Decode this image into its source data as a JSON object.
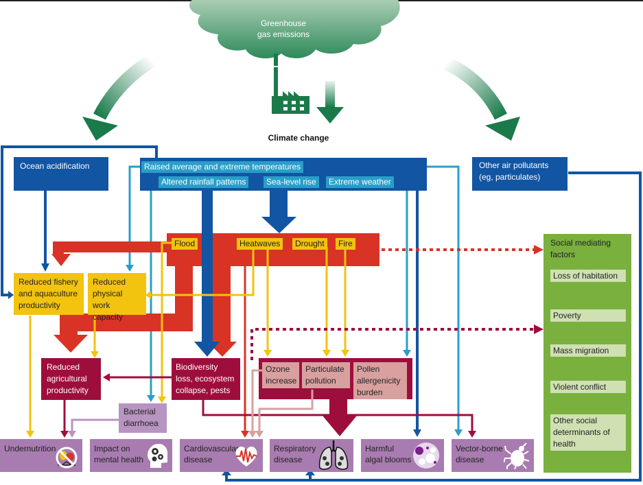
{
  "source": {
    "cloud_label_line1": "Greenhouse",
    "cloud_label_line2": "gas emissions",
    "caption": "Climate change"
  },
  "drivers": {
    "ocean_acidification": "Ocean acidification",
    "climate_box": {
      "raised_temps": "Raised average and extreme temperatures",
      "altered_rainfall": "Altered rainfall patterns",
      "sea_level": "Sea-level rise",
      "extreme_weather": "Extreme weather"
    },
    "other_air_pollutants": {
      "line1": "Other air pollutants",
      "line2": "(eg, particulates)"
    }
  },
  "hazards": {
    "flood": "Flood",
    "heatwaves": "Heatwaves",
    "drought": "Drought",
    "fire": "Fire"
  },
  "intermediate": {
    "fishery": {
      "line1": "Reduced fishery",
      "line2": "and aquaculture",
      "line3": "productivity"
    },
    "work_capacity": {
      "line1": "Reduced",
      "line2": "physical work",
      "line3": "capacity"
    },
    "agricultural": {
      "line1": "Reduced",
      "line2": "agricultural",
      "line3": "productivity"
    },
    "biodiversity": {
      "line1": "Biodiversity",
      "line2": "loss, ecosystem",
      "line3": "collapse, pests"
    },
    "bacterial": {
      "line1": "Bacterial",
      "line2": "diarrhoea"
    },
    "ozone": {
      "line1": "Ozone",
      "line2": "increase"
    },
    "particulate": {
      "line1": "Particulate",
      "line2": "pollution"
    },
    "pollen": {
      "line1": "Pollen",
      "line2": "allergenicity",
      "line3": "burden"
    }
  },
  "social": {
    "title_line1": "Social mediating",
    "title_line2": "factors",
    "items": [
      "Loss of habitation",
      "Poverty",
      "Mass migration",
      "Violent conflict"
    ],
    "other_line1": "Other social",
    "other_line2": "determinants of",
    "other_line3": "health"
  },
  "outcomes": [
    {
      "line1": "Undernutrition",
      "line2": "",
      "icon": "no-food-icon"
    },
    {
      "line1": "Impact on",
      "line2": "mental health",
      "icon": "head-gears-icon"
    },
    {
      "line1": "Cardiovascular",
      "line2": "disease",
      "icon": "heart-ecg-icon"
    },
    {
      "line1": "Respiratory",
      "line2": "disease",
      "icon": "lungs-icon"
    },
    {
      "line1": "Harmful",
      "line2": "algal blooms",
      "icon": "algae-circle-icon"
    },
    {
      "line1": "Vector-borne",
      "line2": "disease",
      "icon": "tick-icon"
    }
  ],
  "colors": {
    "green": "#1a7a4a",
    "navy": "#1155a3",
    "cyan": "#2a9ec9",
    "red": "#d83325",
    "yellow": "#f2c30f",
    "maroon": "#9e0e3c",
    "pink": "#d9a0a0",
    "purple": "#a87cb0",
    "social_green": "#79b03e",
    "social_item": "#cfe0b2"
  }
}
